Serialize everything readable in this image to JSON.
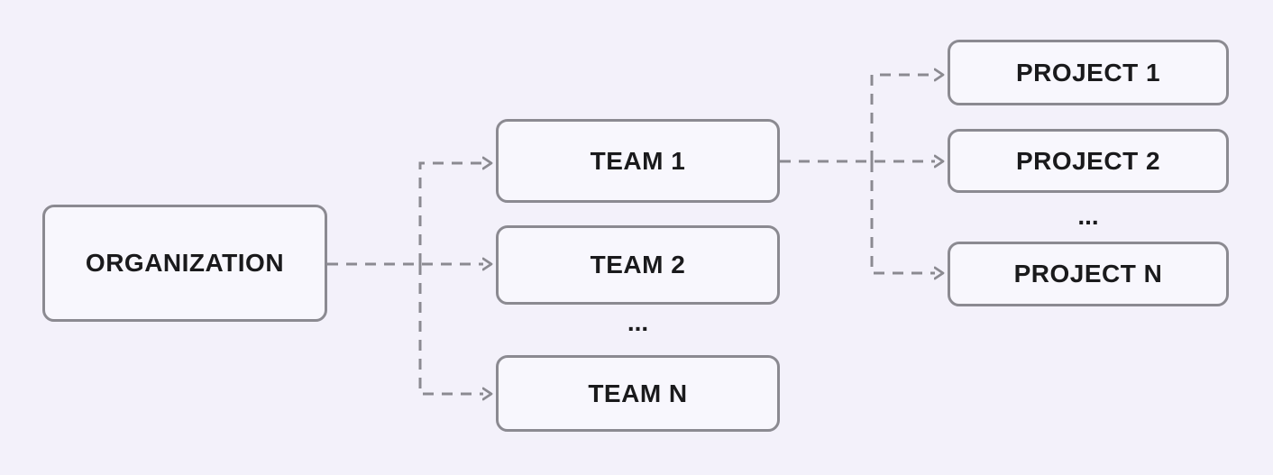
{
  "diagram": {
    "type": "flowchart",
    "direction": "left-to-right",
    "nodes": {
      "organization": "ORGANIZATION",
      "team_1": "TEAM 1",
      "team_2": "TEAM 2",
      "team_ellipsis": "...",
      "team_n": "TEAM N",
      "project_1": "PROJECT 1",
      "project_2": "PROJECT 2",
      "project_ellipsis": "...",
      "project_n": "PROJECT N"
    },
    "edges": [
      {
        "from": "ORGANIZATION",
        "to": "TEAM 1"
      },
      {
        "from": "ORGANIZATION",
        "to": "TEAM 2"
      },
      {
        "from": "ORGANIZATION",
        "to": "TEAM N"
      },
      {
        "from": "TEAM 1",
        "to": "PROJECT 1"
      },
      {
        "from": "TEAM 1",
        "to": "PROJECT 2"
      },
      {
        "from": "TEAM 1",
        "to": "PROJECT N"
      }
    ],
    "edge_style": "dashed-arrow",
    "colors": {
      "background": "#f3f1fa",
      "node_fill": "#f8f7fd",
      "node_border": "#8b8a91",
      "edge": "#8b8a91",
      "text": "#1a1a1c"
    }
  }
}
